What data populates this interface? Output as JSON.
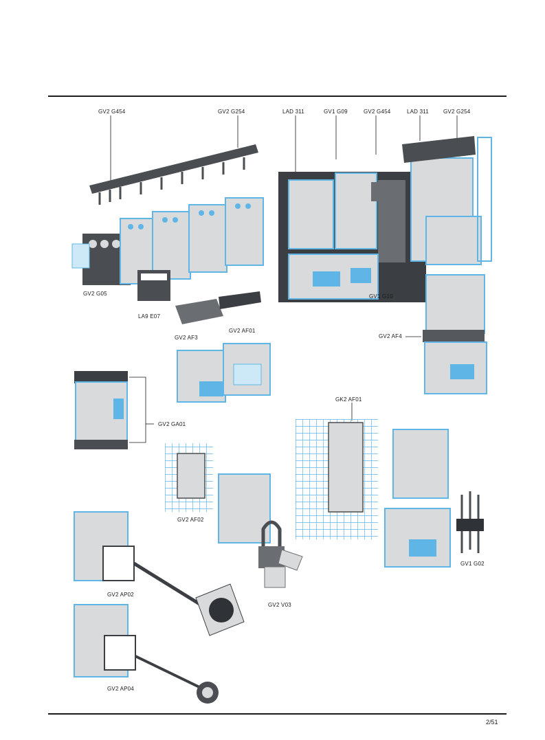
{
  "labels": {
    "gv2_g454_a": "GV2 G454",
    "gv2_g254_a": "GV2 G254",
    "lad311_a": "LAD 311",
    "gv1_g09": "GV1 G09",
    "gv2_g454_b": "GV2 G454",
    "lad311_b": "LAD 311",
    "gv2_g254_b": "GV2 G254",
    "gv2_g05": "GV2 G05",
    "la9_e07": "LA9 E07",
    "gv1_g10": "GV1 G10",
    "gv2_af3": "GV2 AF3",
    "gv2_af01": "GV2 AF01",
    "gv2_af4": "GV2 AF4",
    "gv2_ga01": "GV2 GA01",
    "gk2_af01": "GK2 AF01",
    "gv2_af02": "GV2 AF02",
    "gv1_g02": "GV1 G02",
    "gv2_v03": "GV2 V03",
    "gv2_ap02": "GV2 AP02",
    "gv2_ap04": "GV2 AP04"
  },
  "footer": {
    "page_number": "2/51"
  },
  "colors": {
    "accent_blue": "#5fb6e6",
    "light_blue": "#cde9f8",
    "device_gray": "#d9dadb",
    "dark_gray": "#55585c",
    "ink": "#1a1a1a"
  }
}
